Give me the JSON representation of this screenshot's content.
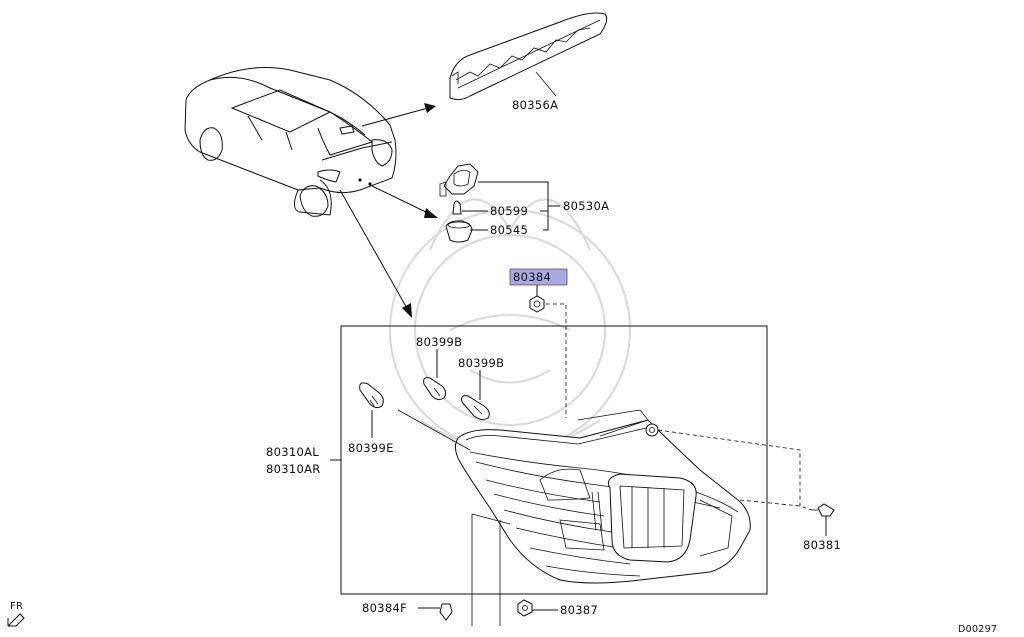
{
  "labels": {
    "p80356A": "80356A",
    "p80530A": "80530A",
    "p80599": "80599",
    "p80545": "80545",
    "p80384": "80384",
    "p80399B_1": "80399B",
    "p80399B_2": "80399B",
    "p80399E": "80399E",
    "p80310AL": "80310AL",
    "p80310AR": "80310AR",
    "p80381": "80381",
    "p80384F": "80384F",
    "p80387": "80387",
    "fr": "FR",
    "code": "D00297"
  },
  "highlight_color": "#a9a8e0"
}
